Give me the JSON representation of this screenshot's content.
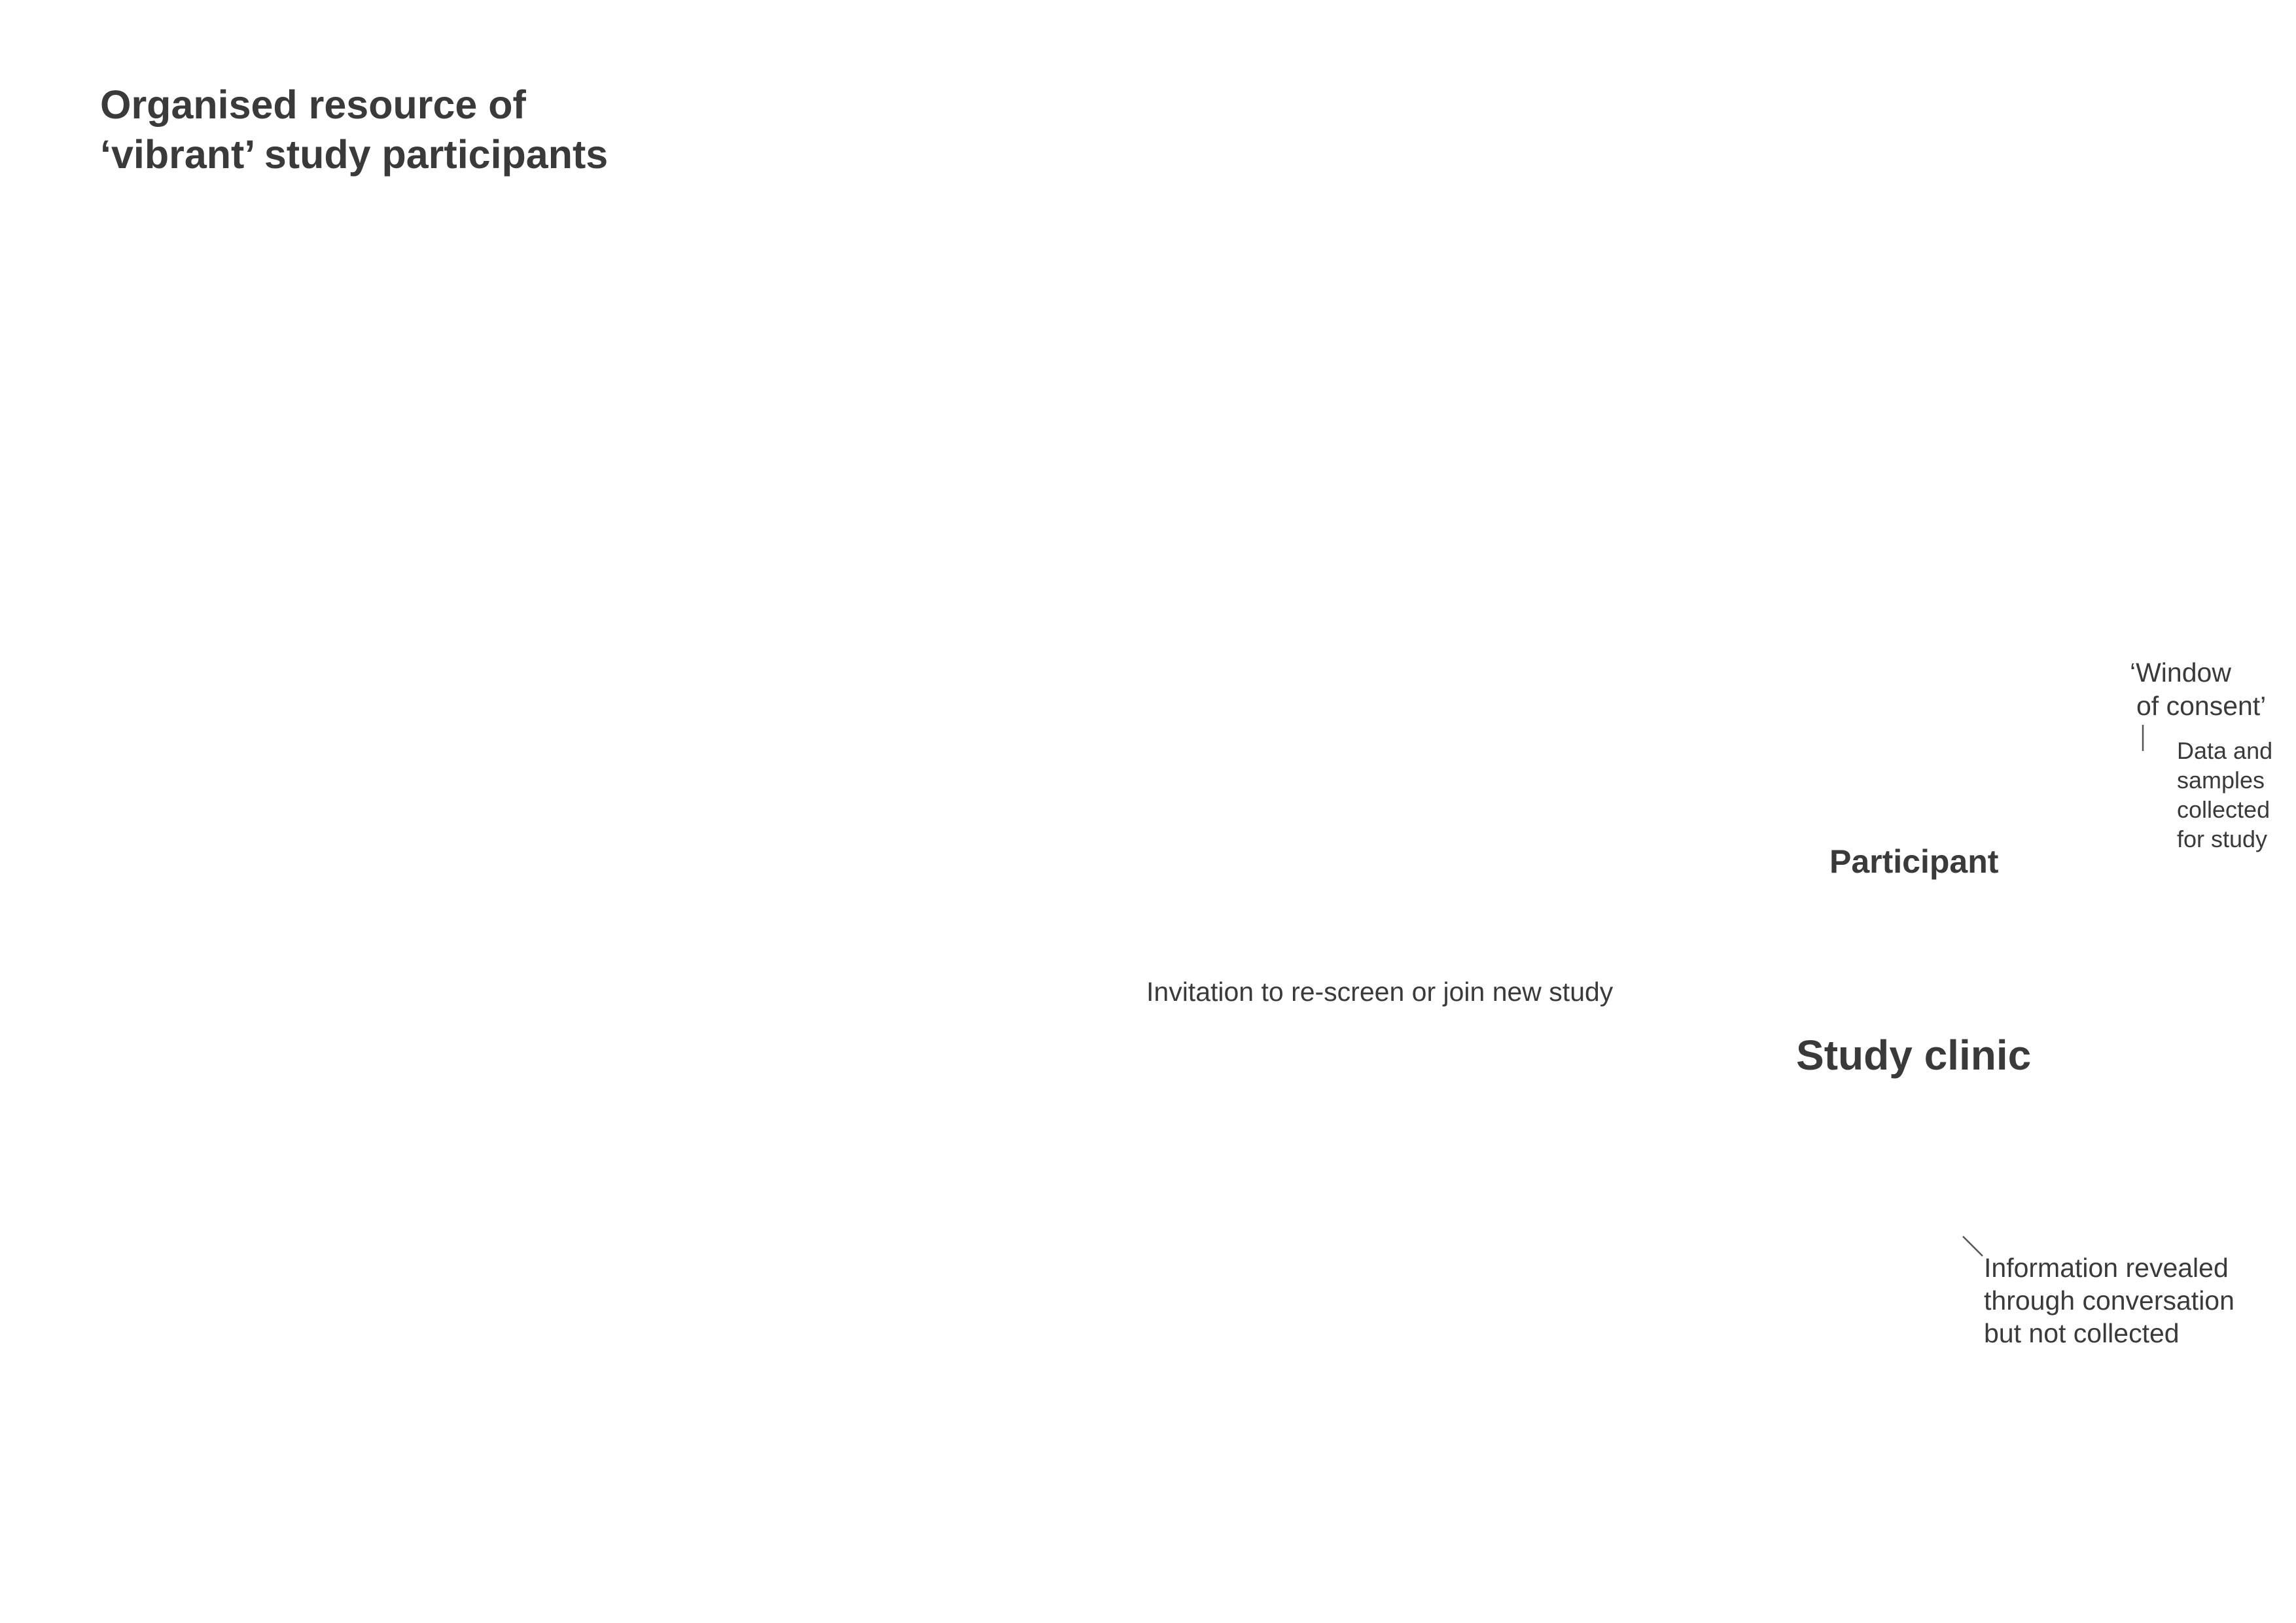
{
  "title": {
    "line1": "Organised resource of",
    "line2": "‘vibrant’ study participants"
  },
  "labels": {
    "window_of_consent": {
      "line1": "‘Window",
      "line2": "of consent’"
    },
    "data_and_samples": {
      "line1": "Data and",
      "line2": "samples",
      "line3": "collected",
      "line4": "for study"
    },
    "participant": "Participant",
    "invitation": "Invitation to re-screen or join new study",
    "study_clinic": "Study clinic",
    "information_revealed": {
      "line1": "Information revealed",
      "line2": "through conversation",
      "line3": "but not collected"
    }
  },
  "colors": {
    "text": "#3a3a3a",
    "leader_line": "#555555",
    "background": "#ffffff"
  }
}
